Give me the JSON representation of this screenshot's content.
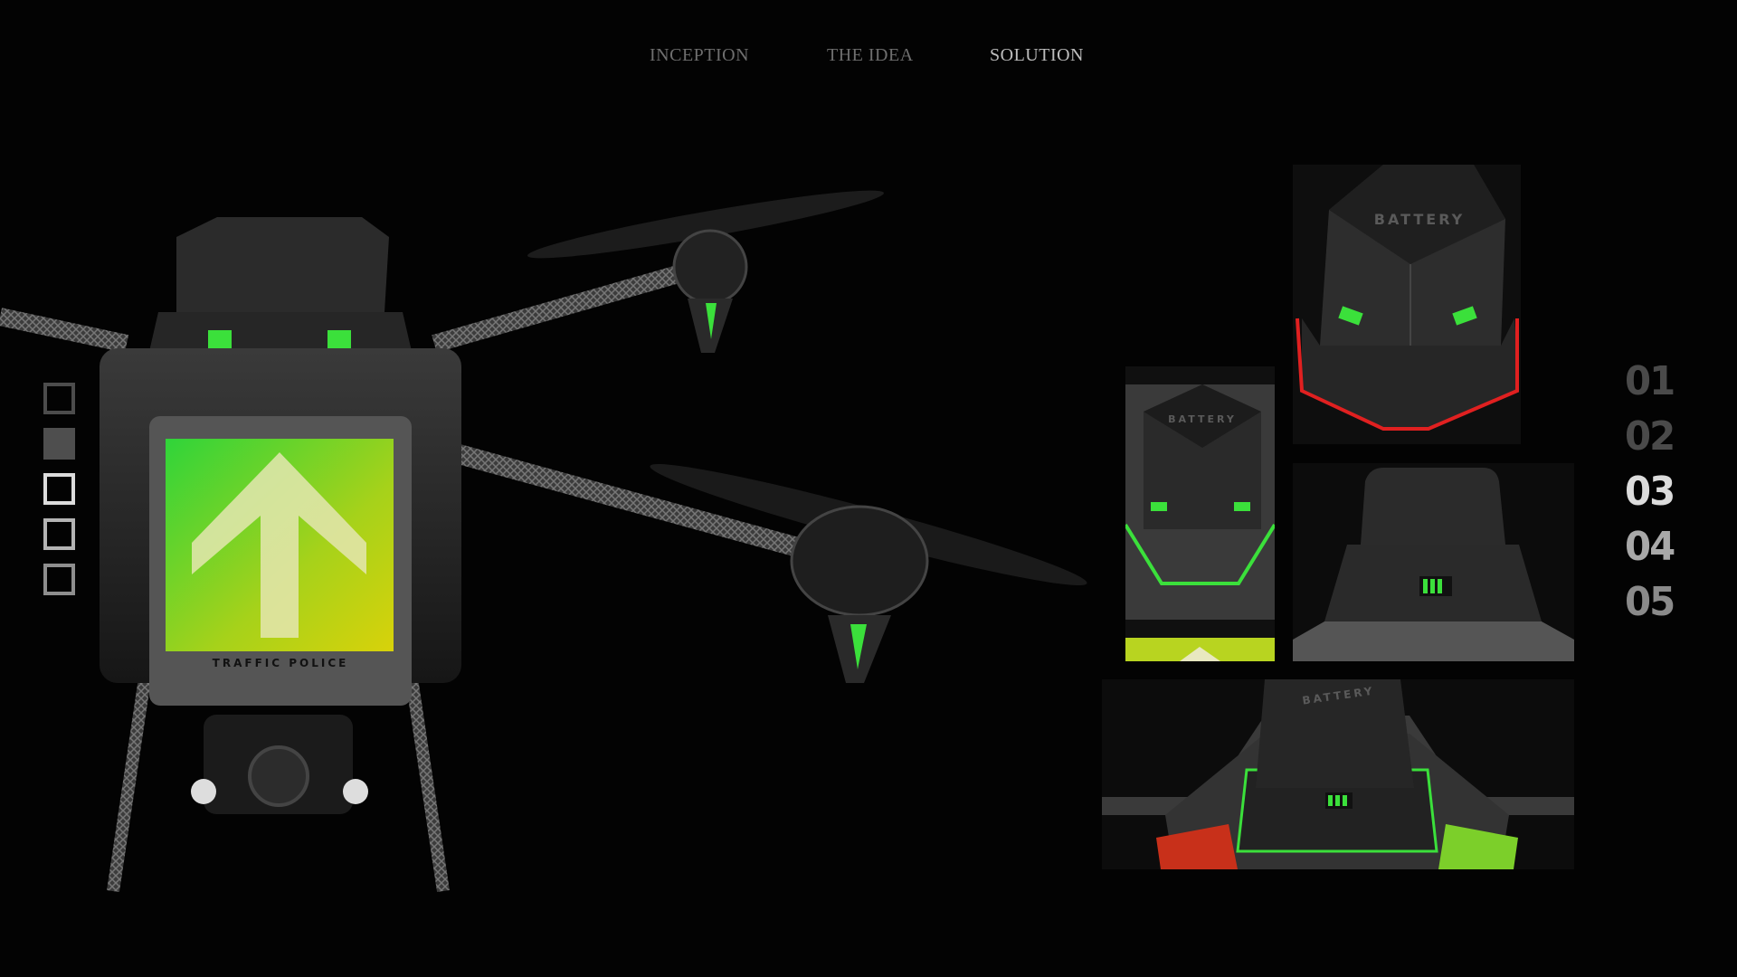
{
  "nav": {
    "items": [
      {
        "label": "INCEPTION",
        "active": false
      },
      {
        "label": "THE IDEA",
        "active": false
      },
      {
        "label": "SOLUTION",
        "active": true
      }
    ]
  },
  "slide_indicators": {
    "count": 5,
    "filled_index": 1,
    "active_index": 2
  },
  "numbers": [
    "01",
    "02",
    "03",
    "04",
    "05"
  ],
  "active_number": "03",
  "drone": {
    "panel_label": "TRAFFIC   POLICE",
    "accent_green": "#3be03b",
    "accent_red": "#e02020"
  },
  "thumbnails": [
    {
      "name": "battery-red-outline",
      "label": "BATTERY"
    },
    {
      "name": "battery-green-outline",
      "label": "BATTERY"
    },
    {
      "name": "battery-front-view"
    },
    {
      "name": "battery-top-view",
      "label": "BATTERY"
    }
  ]
}
